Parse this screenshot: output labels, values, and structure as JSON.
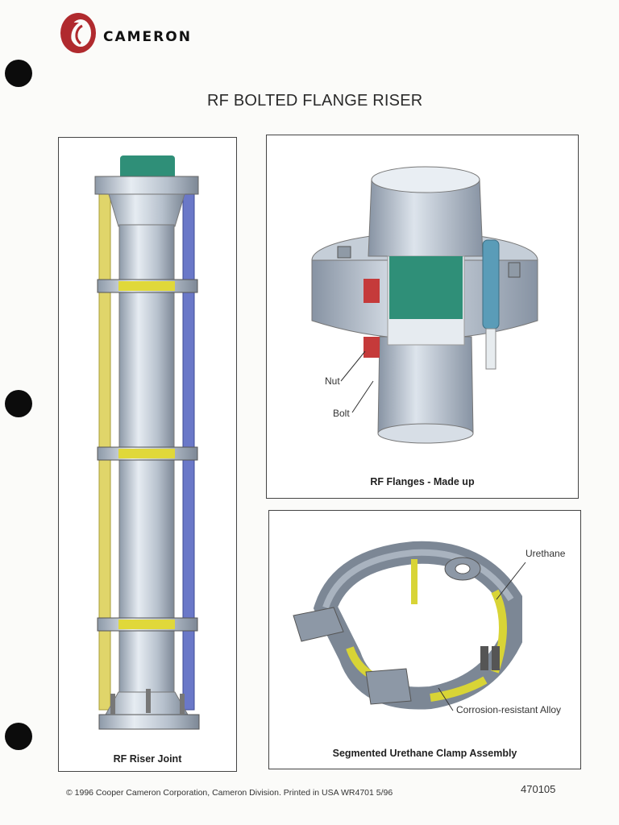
{
  "brand": {
    "name": "CAMERON"
  },
  "page": {
    "title": "RF BOLTED FLANGE RISER"
  },
  "panels": {
    "riser_joint": {
      "caption": "RF Riser Joint"
    },
    "flanges": {
      "caption": "RF Flanges - Made up",
      "labels": {
        "nut": "Nut",
        "bolt": "Bolt"
      }
    },
    "clamp": {
      "caption": "Segmented Urethane Clamp Assembly",
      "labels": {
        "urethane": "Urethane",
        "alloy": "Corrosion-resistant Alloy"
      }
    }
  },
  "footer": {
    "copyright": "© 1996 Cooper Cameron Corporation, Cameron Division.  Printed in USA  WR4701 5/96",
    "doc_number": "470105"
  },
  "colors": {
    "logo_red": "#b02a2e",
    "yellow_bolt": "#e0d56a",
    "blue_bolt": "#6a78c8",
    "clamp_yellow": "#d8d436",
    "seal_green": "#2f8f78",
    "steel": "#b9c3cf"
  },
  "icons": {
    "logo": "cameron-swirl-logo",
    "binder_hole": "punch-hole"
  }
}
